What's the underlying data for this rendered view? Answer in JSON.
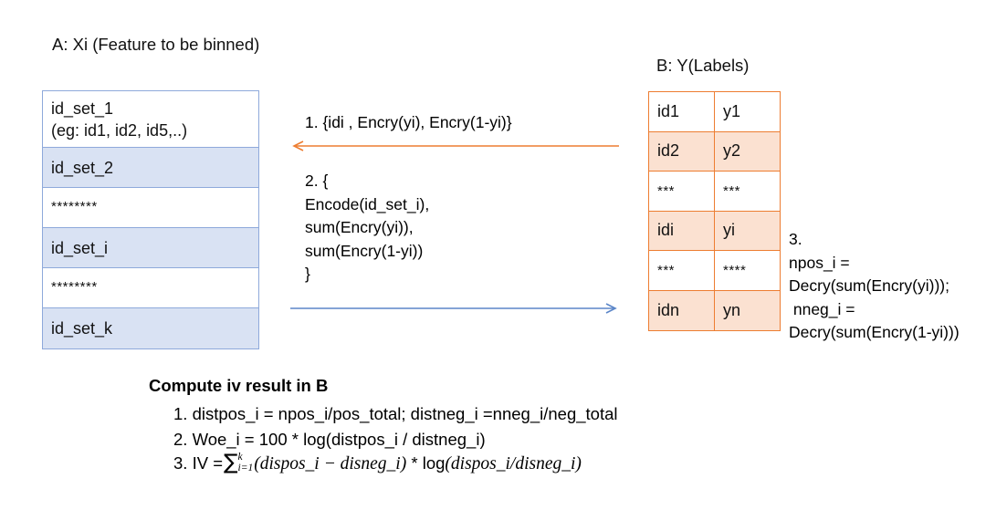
{
  "sectionA": {
    "title": "A:  Xi (Feature to be binned)",
    "rows": [
      {
        "label": "id_set_1",
        "sub": "(eg: id1, id2, id5,..)",
        "shaded": false,
        "tall": true,
        "stars": false
      },
      {
        "label": "id_set_2",
        "sub": "",
        "shaded": true,
        "tall": false,
        "stars": false
      },
      {
        "label": "********",
        "sub": "",
        "shaded": false,
        "tall": false,
        "stars": true
      },
      {
        "label": "id_set_i",
        "sub": "",
        "shaded": true,
        "tall": false,
        "stars": false
      },
      {
        "label": "********",
        "sub": "",
        "shaded": false,
        "tall": false,
        "stars": true
      },
      {
        "label": "id_set_k",
        "sub": "",
        "shaded": true,
        "tall": false,
        "stars": false
      }
    ]
  },
  "middle": {
    "message1": "1. {idi , Encry(yi), Encry(1-yi)}",
    "message2_lines": [
      "2.  {",
      "Encode(id_set_i),",
      "sum(Encry(yi)),",
      "sum(Encry(1-yi))",
      "}"
    ],
    "arrow_left_color": "#ED7D31",
    "arrow_right_color": "#5B86C8"
  },
  "sectionB": {
    "title": "B: Y(Labels)",
    "rows": [
      {
        "id": "id1",
        "y": "y1",
        "shaded": false,
        "stars": false
      },
      {
        "id": "id2",
        "y": "y2",
        "shaded": true,
        "stars": false
      },
      {
        "id": "***",
        "y": "***",
        "shaded": false,
        "stars": true
      },
      {
        "id": "idi",
        "y": "yi",
        "shaded": true,
        "stars": false
      },
      {
        "id": "***",
        "y": "****",
        "shaded": false,
        "stars": true
      },
      {
        "id": "idn",
        "y": "yn",
        "shaded": true,
        "stars": false
      }
    ],
    "border_color": "#ED7D31",
    "shade_color": "#FBE1D1"
  },
  "step3": {
    "lines": [
      "3.",
      "npos_i =",
      "Decry(sum(Encry(yi)));",
      " nneg_i =",
      "Decry(sum(Encry(1-yi)))"
    ]
  },
  "compute": {
    "title": "Compute iv result in B",
    "line1": "1. distpos_i = npos_i/pos_total;  distneg_i =nneg_i/neg_total",
    "line2": "2. Woe_i = 100 * log(distpos_i / distneg_i)",
    "line3": {
      "prefix": "3. IV =",
      "sigma_upper": "k",
      "sigma_lower": "i=1",
      "body_open": "(dispos_i",
      "body_minus": " − disneg_i)",
      "body_mult": " * ",
      "log_label": "log",
      "log_arg": "(dispos_i/disneg_i)"
    }
  }
}
